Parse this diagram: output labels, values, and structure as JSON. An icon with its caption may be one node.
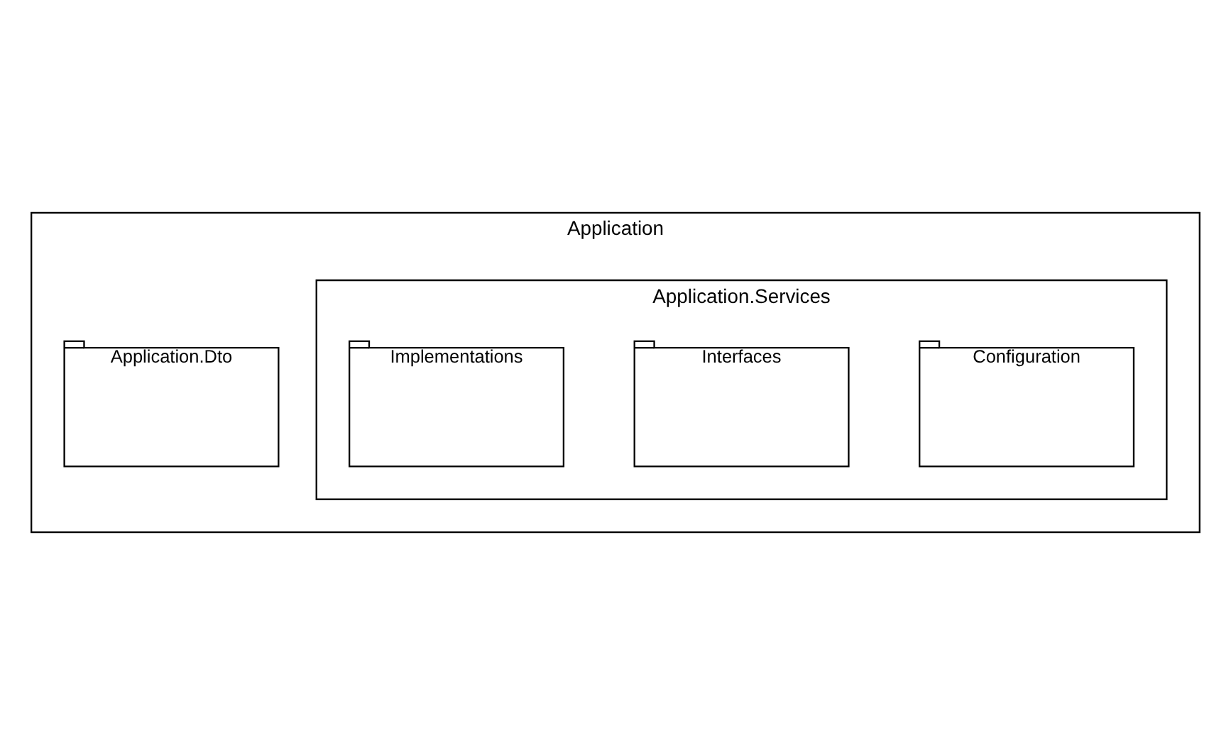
{
  "diagram": {
    "nodes": [
      {
        "text": [
          "Application"
        ]
      },
      {
        "text": [
          "Application.Dto"
        ],
        "in": 0
      },
      {
        "text": [
          "Application.Services"
        ],
        "in": 0
      },
      {
        "text": [
          "Configuration"
        ],
        "in": 2
      },
      {
        "text": [
          "Interfaces"
        ],
        "in": 2
      },
      {
        "text": [
          "Implementations"
        ],
        "in": 2
      }
    ]
  }
}
